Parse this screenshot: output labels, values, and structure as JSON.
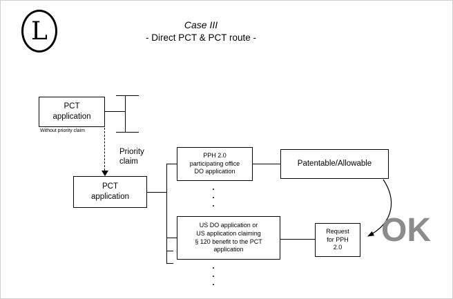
{
  "colors": {
    "line": "#000000",
    "ok": "#8c8c8c",
    "background": "#ffffff"
  },
  "logo": {
    "letter": "L"
  },
  "title": {
    "case": "Case III",
    "subtitle": "- Direct PCT & PCT route -"
  },
  "diagram": {
    "pct_application_top": "PCT\napplication",
    "without_priority_caption": "Without priority claim",
    "priority_claim_label": "Priority\nclaim",
    "pct_application_main": "PCT\napplication",
    "pph_participating_office": "PPH 2.0\nparticipating office\nDO application",
    "patentable_allowable": "Patentable/Allowable",
    "us_do_application": "US DO application or\nUS application claiming\n§ 120 benefit to the PCT\napplication",
    "request_for_pph": "Request\nfor PPH\n2.0",
    "ok_label": "OK",
    "continuation_dots": ".\n.\n."
  }
}
